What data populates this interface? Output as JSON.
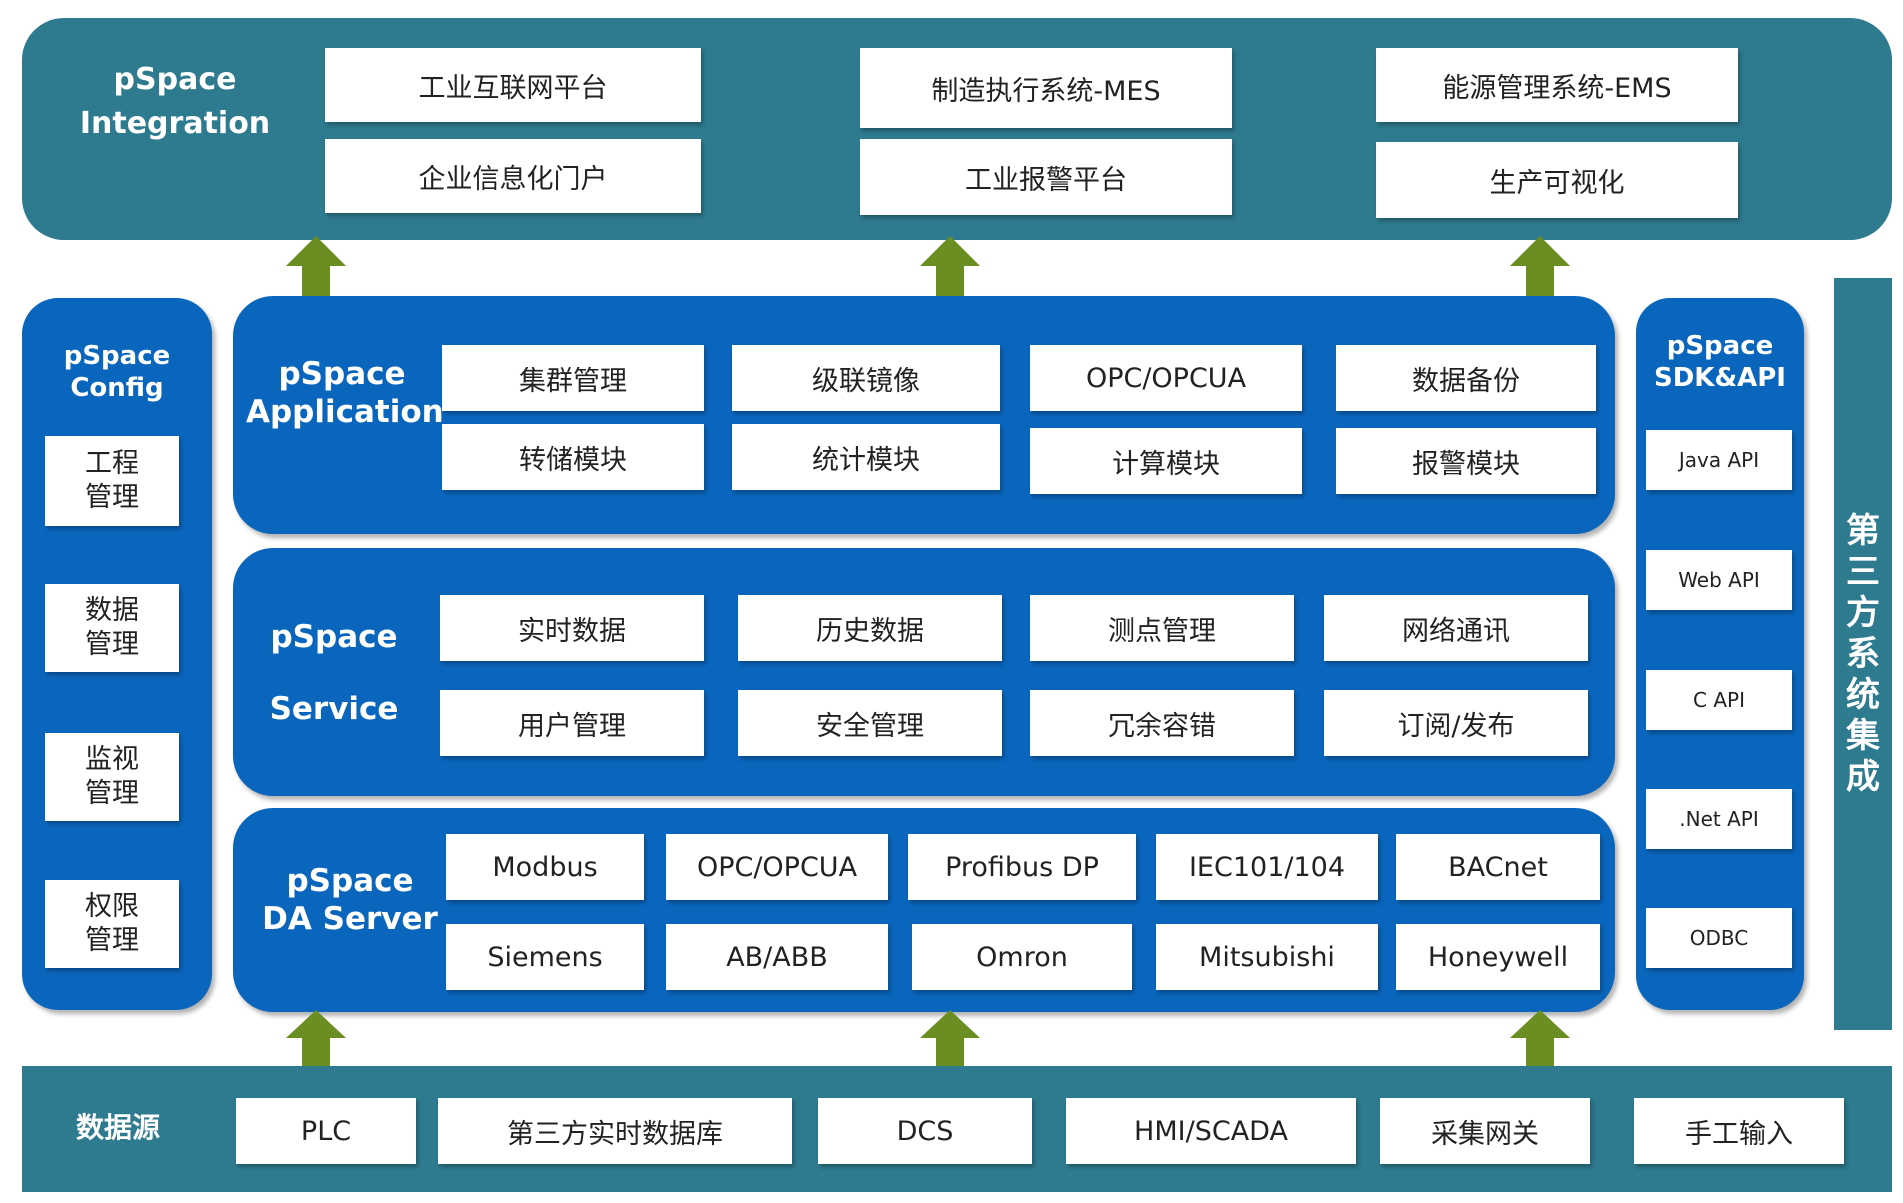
{
  "integration": {
    "title_line1": "pSpace",
    "title_line2": "Integration",
    "items": [
      "工业互联网平台",
      "企业信息化门户",
      "制造执行系统-MES",
      "工业报警平台",
      "能源管理系统-EMS",
      "生产可视化"
    ]
  },
  "config": {
    "title_line1": "pSpace",
    "title_line2": "Config",
    "items": [
      {
        "line1": "工程",
        "line2": "管理"
      },
      {
        "line1": "数据",
        "line2": "管理"
      },
      {
        "line1": "监视",
        "line2": "管理"
      },
      {
        "line1": "权限",
        "line2": "管理"
      }
    ]
  },
  "application": {
    "title_line1": "pSpace",
    "title_line2": "Application",
    "items": [
      "集群管理",
      "级联镜像",
      "OPC/OPCUA",
      "数据备份",
      "转储模块",
      "统计模块",
      "计算模块",
      "报警模块"
    ]
  },
  "service": {
    "title_line1": "pSpace",
    "title_line2": "Service",
    "items": [
      "实时数据",
      "历史数据",
      "测点管理",
      "网络通讯",
      "用户管理",
      "安全管理",
      "冗余容错",
      "订阅/发布"
    ]
  },
  "da_server": {
    "title_line1": "pSpace",
    "title_line2": "DA Server",
    "items": [
      "Modbus",
      "OPC/OPCUA",
      "Profibus DP",
      "IEC101/104",
      "BACnet",
      "Siemens",
      "AB/ABB",
      "Omron",
      "Mitsubishi",
      "Honeywell"
    ]
  },
  "sdk": {
    "title_line1": "pSpace",
    "title_line2": "SDK&API",
    "items": [
      "Java API",
      "Web API",
      "C API",
      ".Net API",
      "ODBC"
    ]
  },
  "third_party": {
    "chars": [
      "第",
      "三",
      "方",
      "系",
      "统",
      "集",
      "成"
    ]
  },
  "data_source": {
    "title": "数据源",
    "items": [
      "PLC",
      "第三方实时数据库",
      "DCS",
      "HMI/SCADA",
      "采集网关",
      "手工输入"
    ]
  },
  "colors": {
    "teal": "#2e7a8f",
    "blue": "#0a66bd",
    "arrow_green": "#6b8e23",
    "box_white": "#ffffff"
  }
}
